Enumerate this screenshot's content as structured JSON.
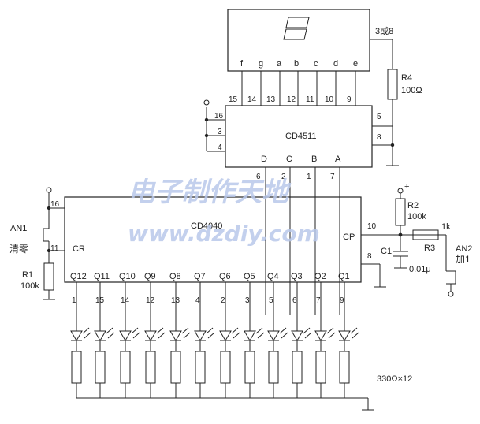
{
  "display": {
    "common_label": "3或8",
    "segments": [
      "f",
      "g",
      "a",
      "b",
      "c",
      "d",
      "e"
    ]
  },
  "cd4511": {
    "name": "CD4511",
    "top_pins": [
      "15",
      "14",
      "13",
      "12",
      "11",
      "10",
      "9"
    ],
    "left_pins": [
      "16",
      "3",
      "4"
    ],
    "right_pins": [
      "5",
      "8"
    ],
    "inputs": [
      "D",
      "C",
      "B",
      "A"
    ],
    "input_pins": [
      "6",
      "2",
      "1",
      "7"
    ]
  },
  "cd4040": {
    "name": "CD4040",
    "cr": "CR",
    "cp": "CP",
    "pin16": "16",
    "pin11": "11",
    "pin10": "10",
    "pin8": "8",
    "outputs": [
      "Q12",
      "Q11",
      "Q10",
      "Q9",
      "Q8",
      "Q7",
      "Q6",
      "Q5",
      "Q4",
      "Q3",
      "Q2",
      "Q1"
    ],
    "output_pins": [
      "1",
      "15",
      "14",
      "12",
      "13",
      "4",
      "2",
      "3",
      "5",
      "6",
      "7",
      "9"
    ]
  },
  "components": {
    "r4": {
      "name": "R4",
      "value": "100Ω"
    },
    "r2": {
      "name": "R2",
      "value": "100k"
    },
    "r3": {
      "name": "R3",
      "value": "1k"
    },
    "r1": {
      "name": "R1",
      "value": "100k"
    },
    "c1": {
      "name": "C1",
      "value": "0.01μ"
    },
    "an1": {
      "name": "AN1",
      "label": "清零"
    },
    "an2": {
      "name": "AN2",
      "label": "加1"
    },
    "plus": "+",
    "led_resistors": "330Ω×12"
  },
  "watermark": {
    "line1": "电子制作天地",
    "line2": "www.dzdiy.com"
  }
}
